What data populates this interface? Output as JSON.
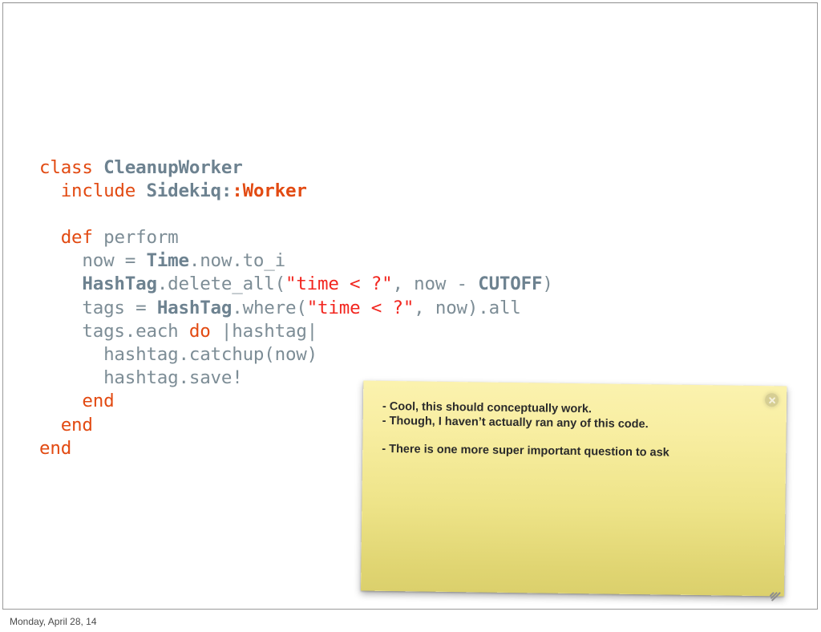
{
  "slide": {
    "background_color": "#ffffff",
    "border_color": "#9a9a9a"
  },
  "code": {
    "language": "ruby",
    "colors": {
      "keyword": "#e24a12",
      "constant": "#6d8290",
      "identifier": "#7d8d96",
      "string": "#f2261f"
    },
    "lines": [
      {
        "indent": 0,
        "tokens": [
          {
            "t": "kw",
            "v": "class "
          },
          {
            "t": "cst",
            "v": "CleanupWorker"
          }
        ]
      },
      {
        "indent": 1,
        "tokens": [
          {
            "t": "kw",
            "v": "include "
          },
          {
            "t": "cst",
            "v": "Sidekiq:"
          },
          {
            "t": "kw",
            "v": ":Worker",
            "bold": true
          }
        ]
      },
      {
        "indent": 0,
        "tokens": []
      },
      {
        "indent": 1,
        "tokens": [
          {
            "t": "kw",
            "v": "def "
          },
          {
            "t": "id",
            "v": "perform"
          }
        ]
      },
      {
        "indent": 2,
        "tokens": [
          {
            "t": "id",
            "v": "now = "
          },
          {
            "t": "cst",
            "v": "Time"
          },
          {
            "t": "id",
            "v": ".now.to_i"
          }
        ]
      },
      {
        "indent": 2,
        "tokens": [
          {
            "t": "cst",
            "v": "HashTag"
          },
          {
            "t": "id",
            "v": ".delete_all("
          },
          {
            "t": "str",
            "v": "\"time < ?\""
          },
          {
            "t": "id",
            "v": ", now - "
          },
          {
            "t": "cst",
            "v": "CUTOFF"
          },
          {
            "t": "id",
            "v": ")"
          }
        ]
      },
      {
        "indent": 2,
        "tokens": [
          {
            "t": "id",
            "v": "tags = "
          },
          {
            "t": "cst",
            "v": "HashTag"
          },
          {
            "t": "id",
            "v": ".where("
          },
          {
            "t": "str",
            "v": "\"time < ?\""
          },
          {
            "t": "id",
            "v": ", now).all"
          }
        ]
      },
      {
        "indent": 2,
        "tokens": [
          {
            "t": "id",
            "v": "tags.each "
          },
          {
            "t": "kw",
            "v": "do"
          },
          {
            "t": "id",
            "v": " |hashtag|"
          }
        ]
      },
      {
        "indent": 3,
        "tokens": [
          {
            "t": "id",
            "v": "hashtag.catchup(now)"
          }
        ]
      },
      {
        "indent": 3,
        "tokens": [
          {
            "t": "id",
            "v": "hashtag.save!"
          }
        ]
      },
      {
        "indent": 2,
        "tokens": [
          {
            "t": "kw",
            "v": "end"
          }
        ]
      },
      {
        "indent": 1,
        "tokens": [
          {
            "t": "kw",
            "v": "end"
          }
        ]
      },
      {
        "indent": 0,
        "tokens": [
          {
            "t": "kw",
            "v": "end"
          }
        ]
      }
    ]
  },
  "note": {
    "background_top_color": "#fbf2ae",
    "background_bottom_color": "#dbd06c",
    "text": "- Cool, this should conceptually work.\n- Though, I haven’t actually ran any of this code.\n\n- There is one more super important question to ask",
    "lines": [
      "- Cool, this should conceptually work.",
      "- Though, I haven’t actually ran any of this code.",
      "",
      "- There is one more super important question to ask"
    ],
    "close_label": "close-note",
    "resize_label": "resize-note"
  },
  "footer": {
    "date": "Monday, April 28, 14"
  }
}
